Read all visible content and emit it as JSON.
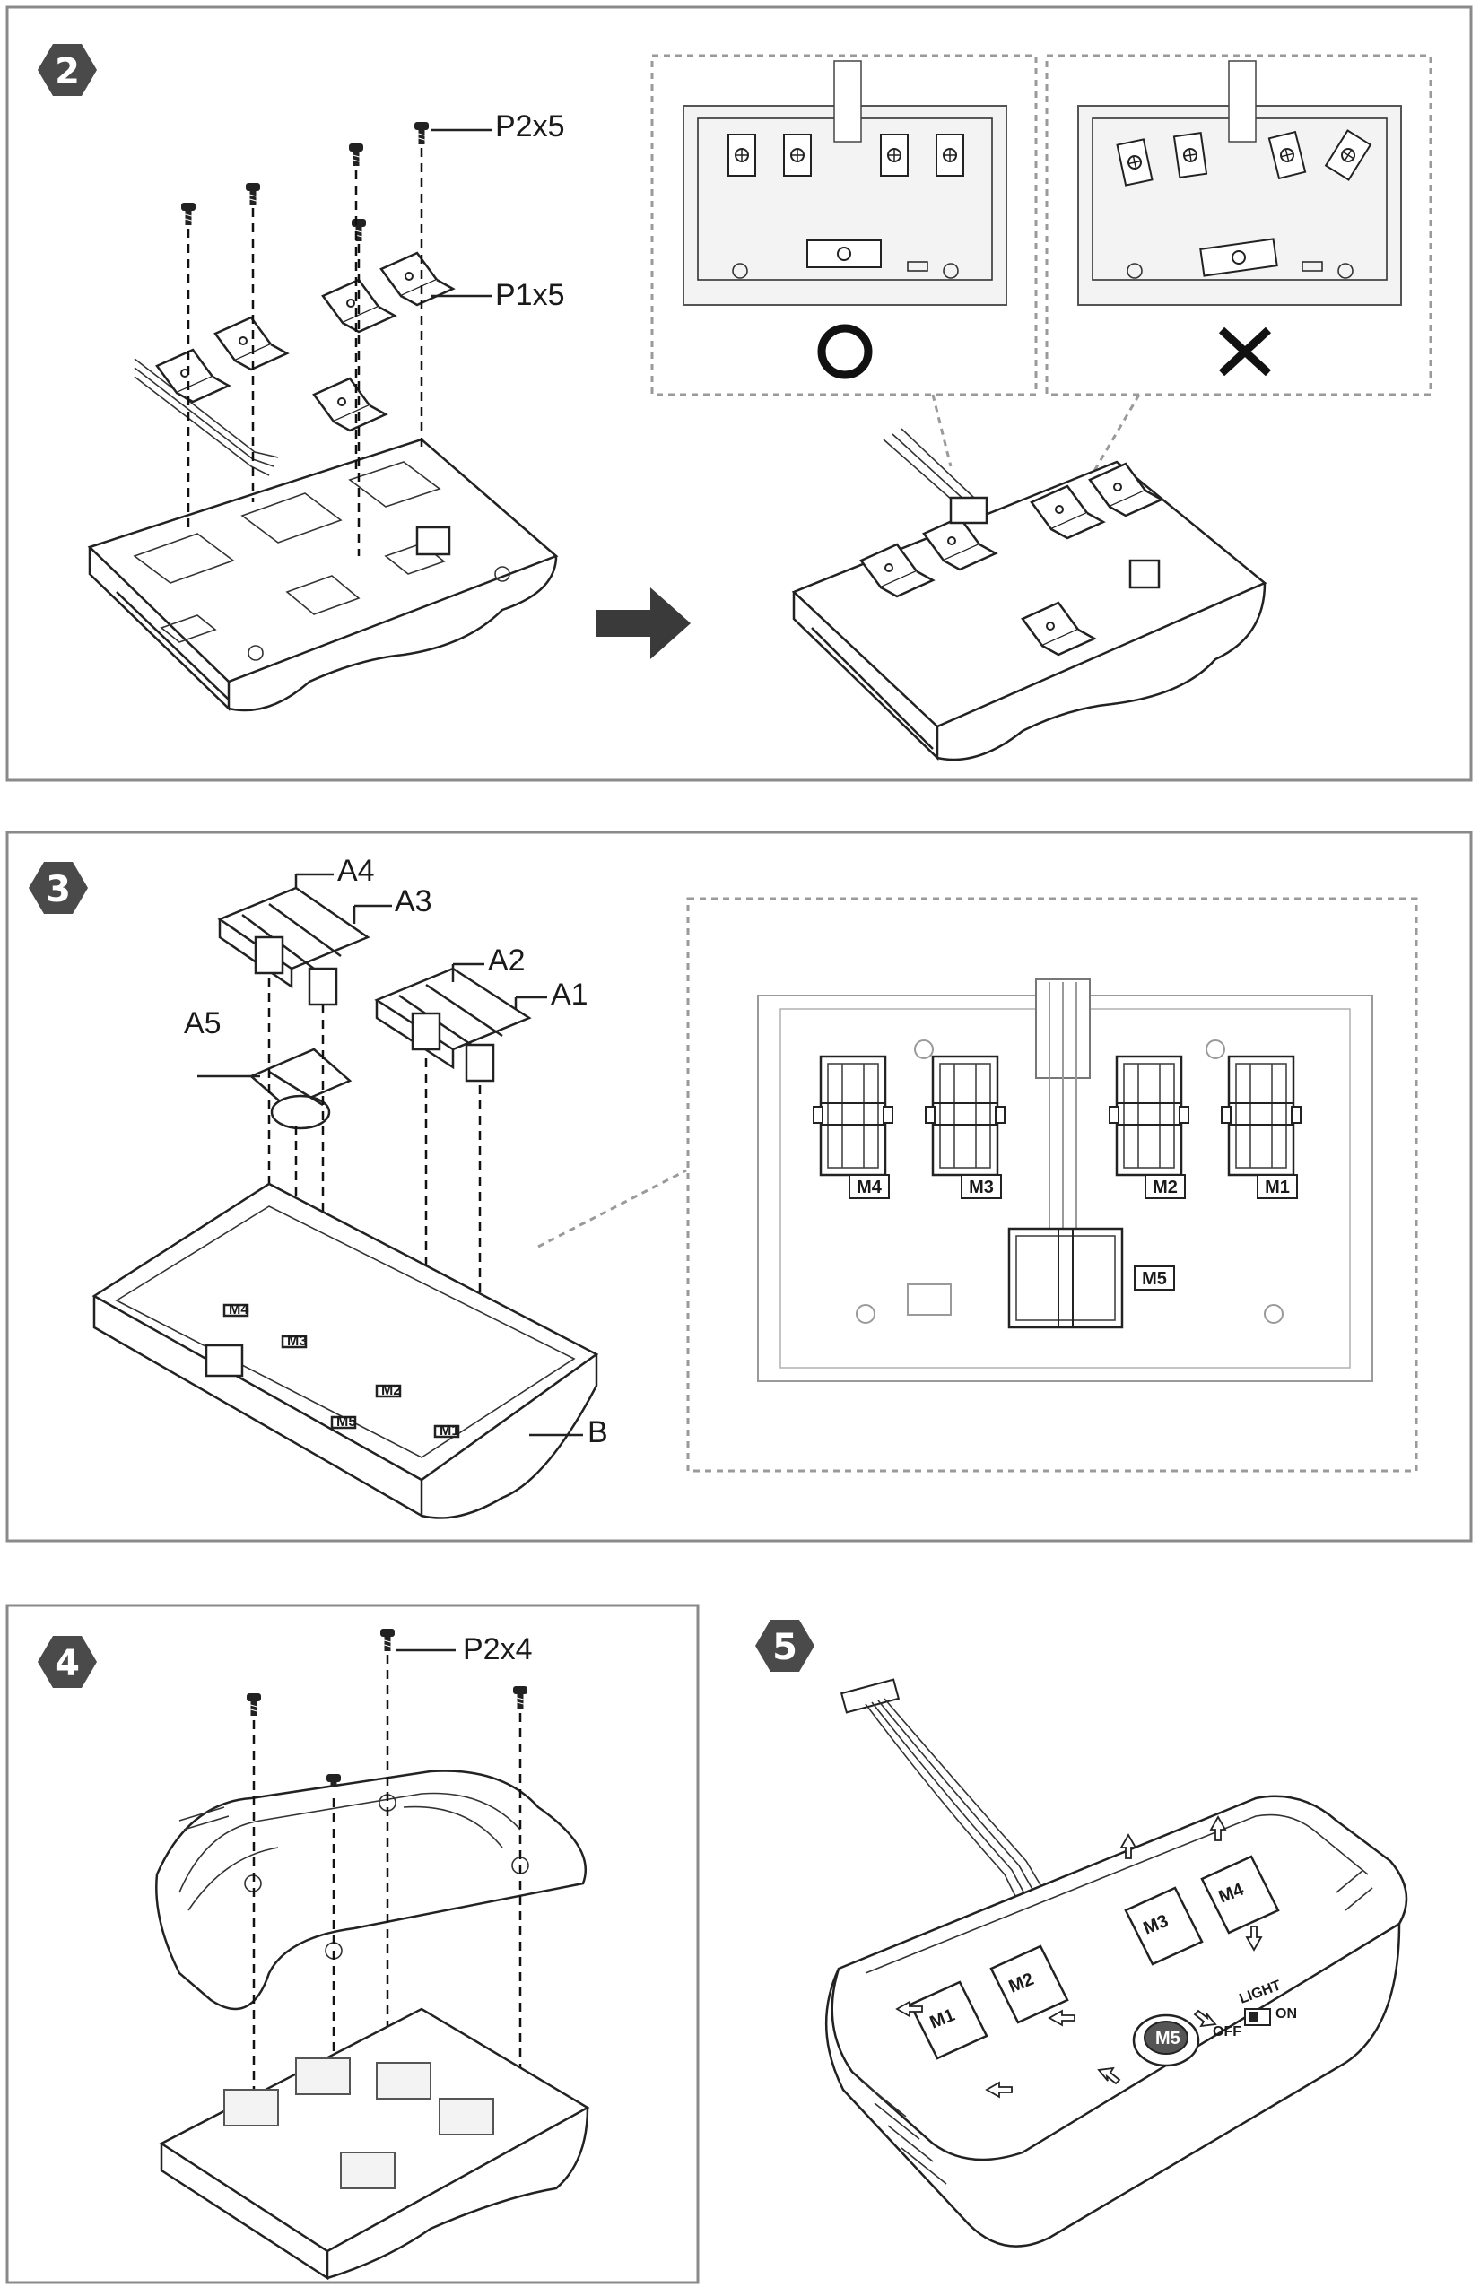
{
  "steps": [
    {
      "number": "2",
      "labels": {
        "screw": "P2x5",
        "clip": "P1x5"
      },
      "correct_mark": "O",
      "wrong_mark": "✕"
    },
    {
      "number": "3",
      "labels": {
        "a4": "A4",
        "a3": "A3",
        "a2": "A2",
        "a1": "A1",
        "a5": "A5",
        "b": "B"
      },
      "motor_labels": [
        "M4",
        "M3",
        "M2",
        "M1",
        "M5"
      ],
      "base_marks": [
        "M4",
        "M3",
        "M2",
        "M1",
        "M5"
      ]
    },
    {
      "number": "4",
      "labels": {
        "screw": "P2x4"
      }
    },
    {
      "number": "5",
      "motor_labels": [
        "M1",
        "M2",
        "M3",
        "M4",
        "M5"
      ],
      "switch": {
        "title": "LIGHT",
        "off": "OFF",
        "on": "ON"
      }
    }
  ],
  "icons": [
    "hexagon-badge-icon",
    "screw-icon",
    "right-arrow-icon",
    "correct-circle-icon",
    "wrong-cross-icon"
  ]
}
